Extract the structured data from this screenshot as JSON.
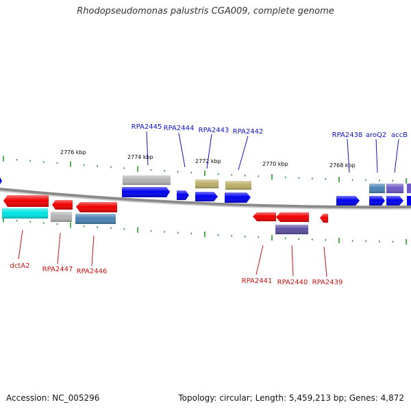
{
  "title": "Rhodopseudomonas palustris CGA009, complete genome",
  "footer": {
    "accession": "Accession: NC_005296",
    "summary": "Topology: circular; Length: 5,459,213 bp; Genes: 4,872"
  },
  "colors": {
    "backbone": "#8a8a8a",
    "tick": "#1a8a1a",
    "kbp_label": "#000000",
    "top_label": "#1010c8",
    "bottom_label": "#cc1010",
    "gene_blue": "#0000ee",
    "gene_red": "#ee0000",
    "gene_gray": "#b4b4b4",
    "gene_olive": "#bcb068",
    "gene_steel": "#4a82b4",
    "gene_cyan": "#00e4e4",
    "gene_slate": "#5a50a0",
    "gene_purple": "#6e5ac8"
  },
  "kbp_labels": [
    "2776 kbp",
    "2774 kbp",
    "2772 kbp",
    "2770 kbp",
    "2768 kbp"
  ],
  "top_gene_labels": [
    "RPA2445",
    "RPA2444",
    "RPA2443",
    "RPA2442",
    "RPA2438",
    "aroQ2",
    "accB"
  ],
  "bottom_gene_labels": [
    "dctA2",
    "RPA2447",
    "RPA2446",
    "RPA2441",
    "RPA2440",
    "RPA2439"
  ]
}
